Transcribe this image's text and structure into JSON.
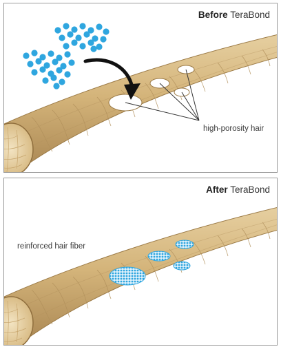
{
  "before": {
    "title_bold": "Before",
    "title_brand": "TeraBond",
    "callout": "high-porosity hair"
  },
  "after": {
    "title_bold": "After",
    "title_brand": "TeraBond",
    "callout": "reinforced hair fiber"
  },
  "colors": {
    "hair": "#d4b47a",
    "hair_dark": "#a98652",
    "hair_light": "#e6cfa0",
    "molecule": "#2fa6df",
    "arrow": "#111111"
  },
  "icons": [
    "bond-molecule-dots",
    "curved-arrow",
    "hair-strand"
  ]
}
